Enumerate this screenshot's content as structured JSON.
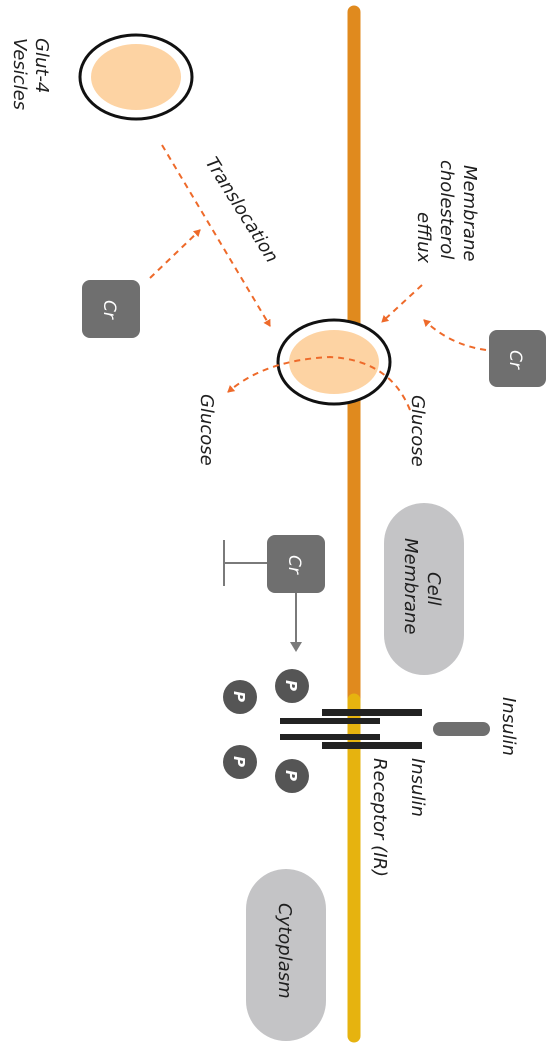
{
  "labels": {
    "glut4_line1": "Glut-4",
    "glut4_line2": "Vesicles",
    "translocation": "Translocation",
    "membrane_efflux_line1": "Membrane",
    "membrane_efflux_line2": "cholesterol",
    "membrane_efflux_line3": "efflux",
    "glucose_inside": "Glucose",
    "glucose_outside": "Glucose",
    "cell_membrane_line1": "Cell",
    "cell_membrane_line2": "Membrane",
    "insulin": "Insulin",
    "insulin_receptor_line1": "Insulin",
    "insulin_receptor_line2": "Receptor (IR)",
    "cytoplasm": "Cytoplasm"
  },
  "chromium": {
    "cr_left": "Cr",
    "cr_right": "Cr",
    "cr_center": "Cr"
  },
  "phosphates": {
    "p1": "P",
    "p2": "P",
    "p3": "P",
    "p4": "P"
  },
  "colors": {
    "membrane_orange": "#e08a1e",
    "membrane_yellow": "#e6b30f",
    "vesicle_fill": "#fdd3a3",
    "arrow_orange": "#ee6a2a",
    "cr_box": "#6f6f6f",
    "pill_gray": "#c4c4c6",
    "receptor_dark": "#222222"
  }
}
